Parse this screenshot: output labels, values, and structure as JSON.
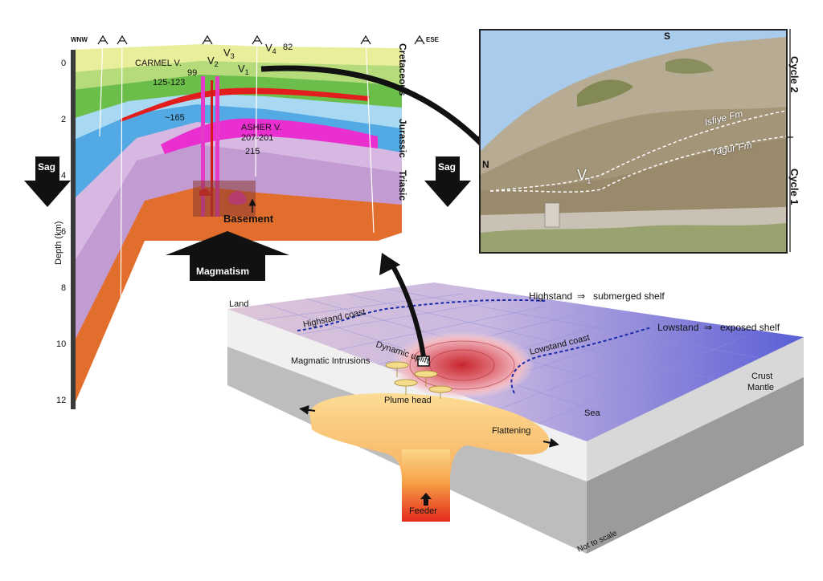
{
  "section": {
    "left_dir": "WNW",
    "right_dir": "ESE",
    "depth_axis_label": "Depth (km)",
    "depth_ticks": [
      "0",
      "2",
      "4",
      "6",
      "8",
      "10",
      "12"
    ],
    "volcanics": {
      "carmel": "CARMEL V.",
      "v2": "V",
      "v2_sub": "2",
      "v3": "V",
      "v3_sub": "3",
      "v1": "V",
      "v1_sub": "1",
      "v4": "V",
      "v4_sub": "4",
      "age_82": "82",
      "age_99": "99",
      "age_125": "125-123",
      "age_165": "~165",
      "asher": "ASHER V.",
      "age_207": "207-201",
      "age_215": "215"
    },
    "periods": [
      "Cretaceous",
      "Jurassic",
      "Triasic"
    ],
    "basement": "Basement",
    "sag_left": "Sag",
    "sag_right": "Sag",
    "magmatism": "Magmatism"
  },
  "photo": {
    "north": "N",
    "south": "S",
    "v1": "V",
    "v1_sub": "1",
    "formation_upper": "Isfiye Fm",
    "formation_lower": "Yagur Fm",
    "cycle_upper": "Cycle 2",
    "cycle_lower": "Cycle 1"
  },
  "block": {
    "land": "Land",
    "highstand_coast": "Highstand coast",
    "lowstand_coast": "Lowstand coast",
    "highstand": "Highstand",
    "highstand_result": "submerged shelf",
    "lowstand": "Lowstand",
    "lowstand_result": "exposed shelf",
    "magmatic_intrusions": "Magmatic Intrusions",
    "dynamic_uplift": "Dynamic uplift",
    "plume_head": "Plume head",
    "flattening": "Flattening",
    "feeder": "Feeder",
    "crust": "Crust",
    "mantle": "Mantle",
    "sea": "Sea",
    "not_to_scale": "Not to scale"
  }
}
